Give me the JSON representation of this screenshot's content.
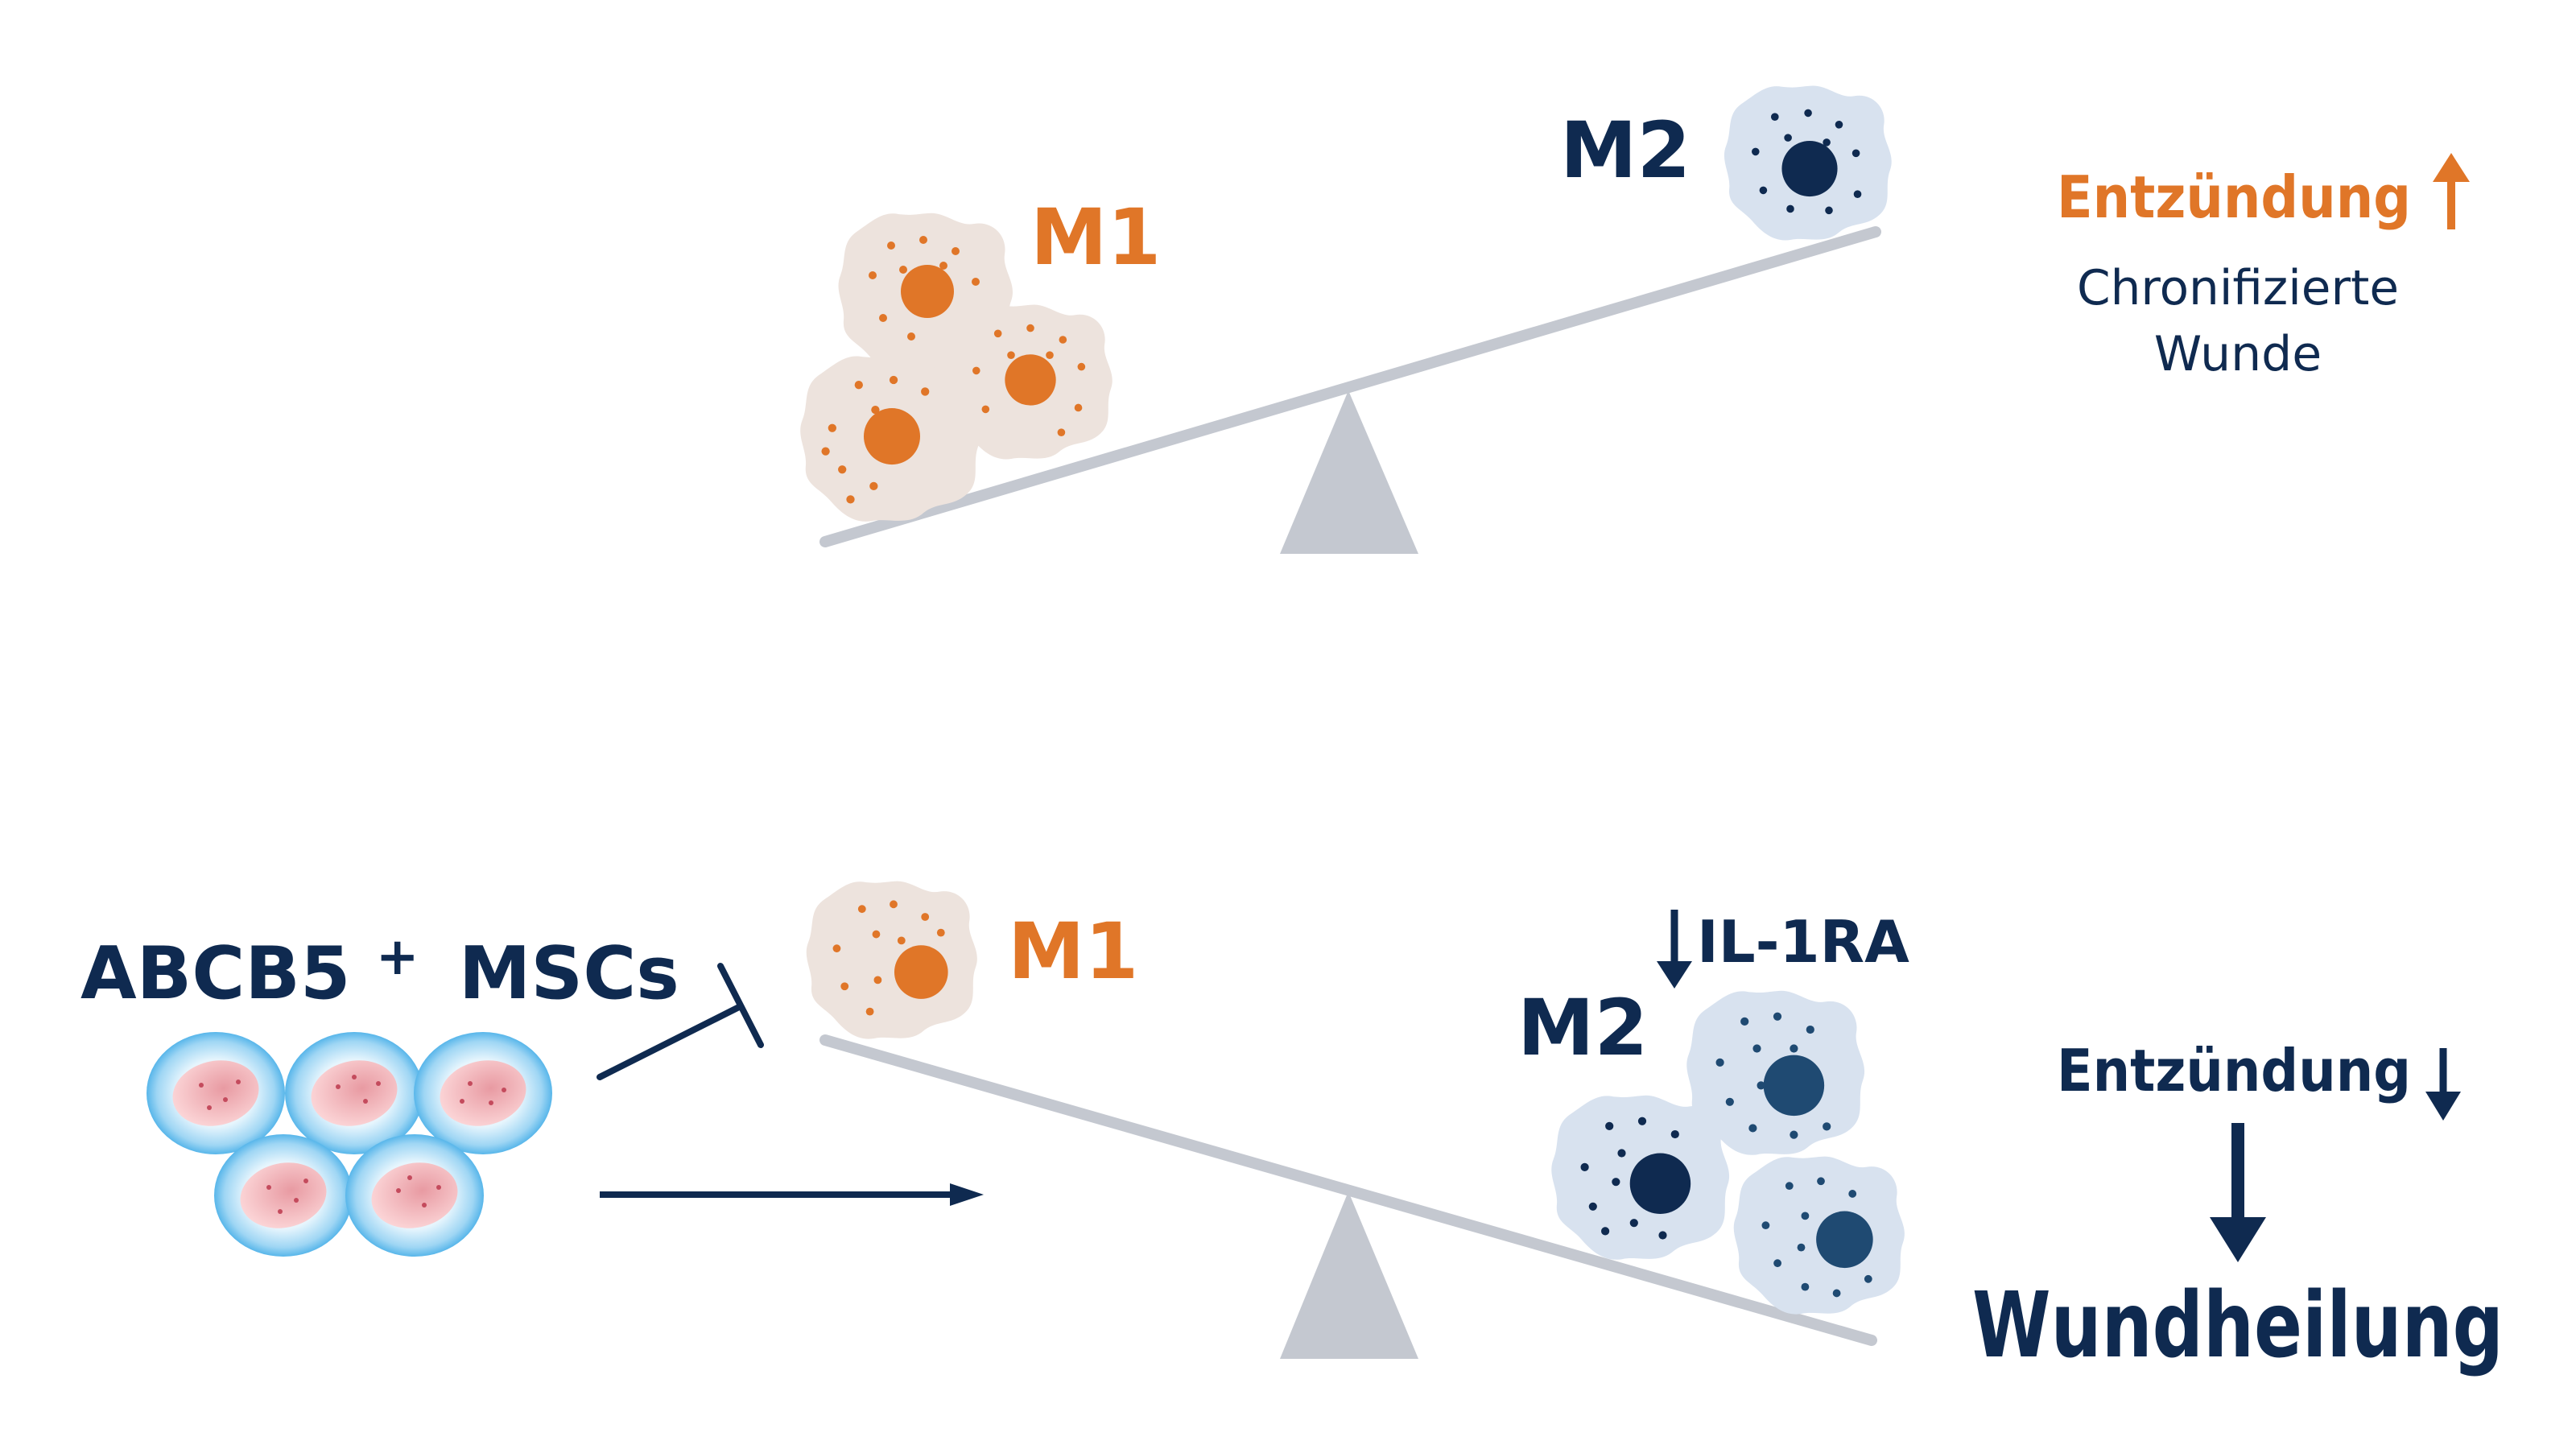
{
  "colors": {
    "orange": "#e07628",
    "navy": "#0f2a50",
    "navy_mid": "#1f4a72",
    "beam": "#c4c8d0",
    "m1_body": "#ede3dd",
    "m2_body": "#d8e2ef",
    "msc_body": "#9fd6f4",
    "msc_nucleus": "#f6c6c8",
    "msc_dot": "#c44b5d"
  },
  "top": {
    "m1_label": "M1",
    "m2_label": "M2",
    "inflammation_label": "Entzündung",
    "inflammation_direction": "up",
    "outcome_line1": "Chronifizierte",
    "outcome_line2": "Wunde"
  },
  "bottom": {
    "msc_label_main": "ABCB5",
    "msc_label_sup": "+",
    "msc_label_rest": "MSCs",
    "m1_label": "M1",
    "m2_label": "M2",
    "il_label": "IL-1RA",
    "il_direction": "down",
    "inflammation_label": "Entzündung",
    "inflammation_direction": "down",
    "result_label": "Wundheilung"
  }
}
